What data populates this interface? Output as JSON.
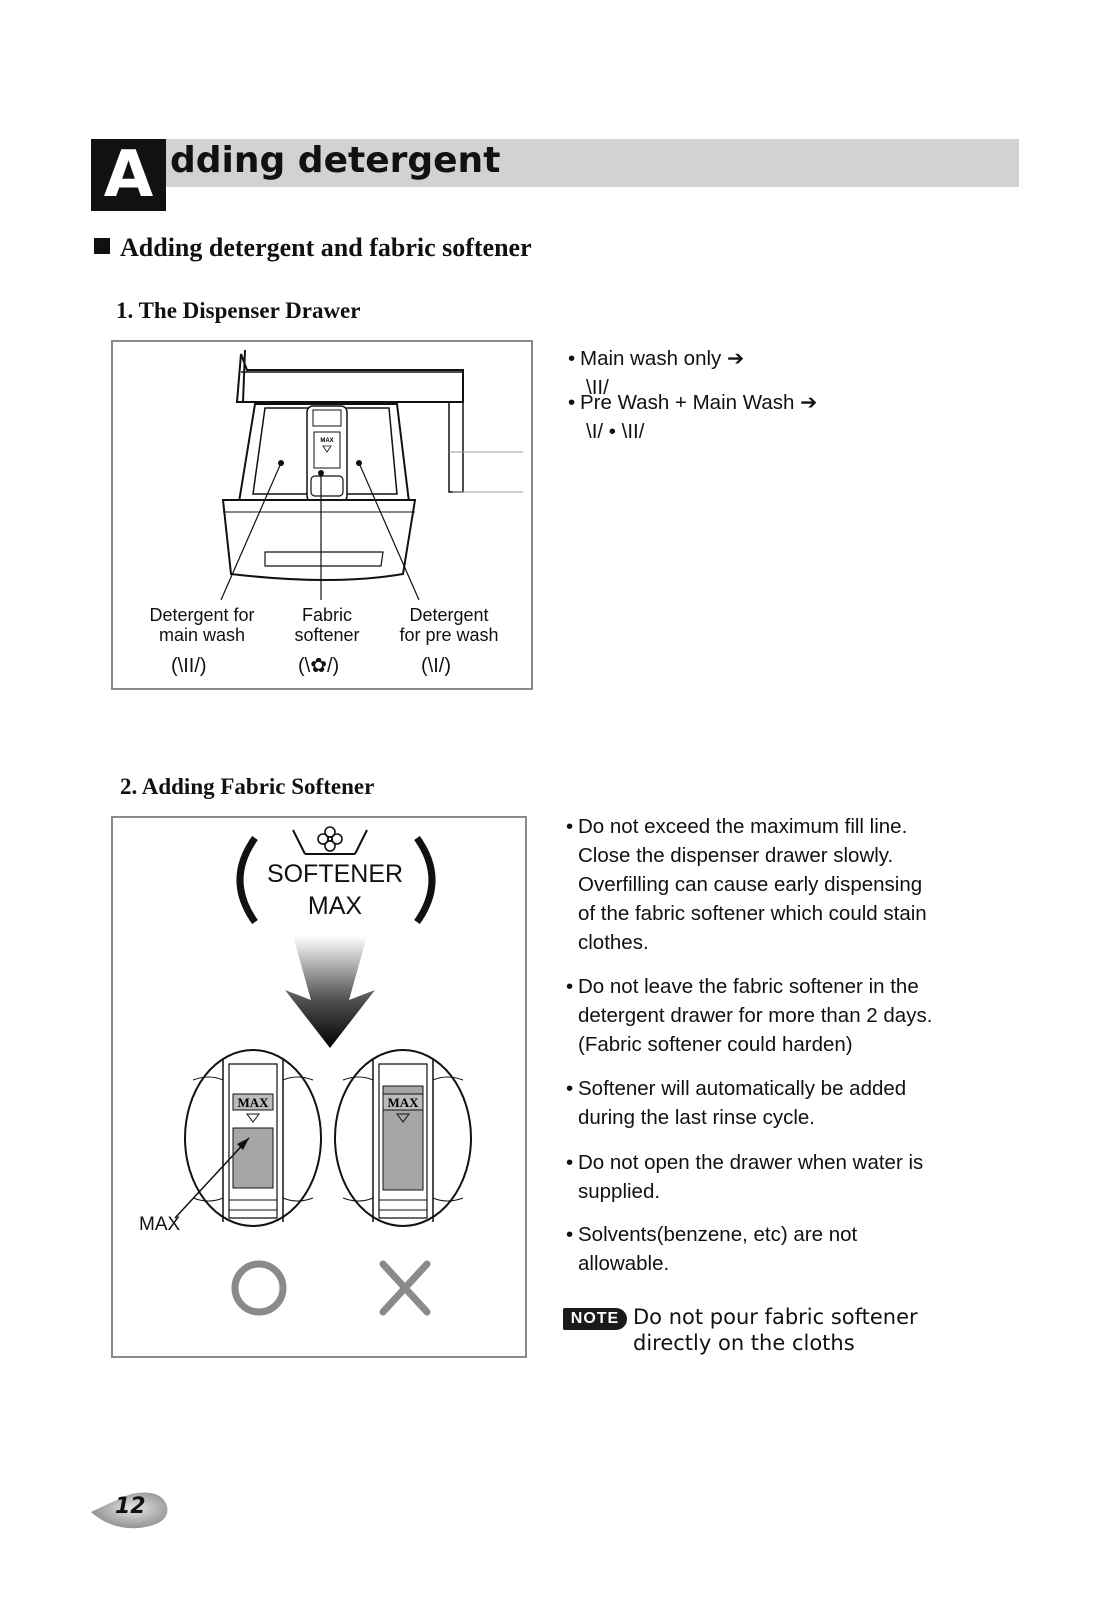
{
  "header": {
    "letter": "A",
    "title": "dding detergent"
  },
  "section": {
    "title": "Adding detergent and fabric softener"
  },
  "dispenser": {
    "subtitle": "1. The Dispenser Drawer",
    "labels": [
      {
        "line1": "Detergent for",
        "line2": "main wash",
        "symbol": "(\\II/)"
      },
      {
        "line1": "Fabric",
        "line2": "softener",
        "symbol": "(\\✿/)"
      },
      {
        "line1": "Detergent",
        "line2": "for pre wash",
        "symbol": "(\\I/)"
      }
    ],
    "max_tag": "MAX",
    "bullets": [
      {
        "text": "Main wash only ➔",
        "symbol": "\\II/"
      },
      {
        "text": "Pre Wash + Main Wash ➔",
        "symbol": "\\I/ • \\II/"
      }
    ]
  },
  "softener": {
    "subtitle": "2. Adding Fabric Softener",
    "badge_line1": "SOFTENER",
    "badge_line2": "MAX",
    "max_label": "MAX",
    "level_tag": "MAX",
    "bullets": [
      [
        "Do not exceed the maximum fill line.",
        "Close the dispenser drawer slowly.",
        "Overfilling can cause early dispensing",
        "of the fabric softener which could stain",
        "clothes."
      ],
      [
        "Do not leave the fabric softener in the",
        "detergent drawer for more than 2 days.",
        "(Fabric softener could harden)"
      ],
      [
        "Softener will automatically be added",
        "during the last rinse cycle."
      ],
      [
        "Do not open the drawer when water is",
        "supplied."
      ],
      [
        "Solvents(benzene, etc) are not",
        "allowable."
      ]
    ]
  },
  "note": {
    "badge": "NOTE",
    "line1": "Do not pour fabric softener",
    "line2": "directly on the cloths"
  },
  "page_number": "12",
  "icons": {
    "correct": "circle-icon",
    "wrong": "cross-icon",
    "arrow": "down-arrow-icon",
    "flower": "flower-icon"
  }
}
